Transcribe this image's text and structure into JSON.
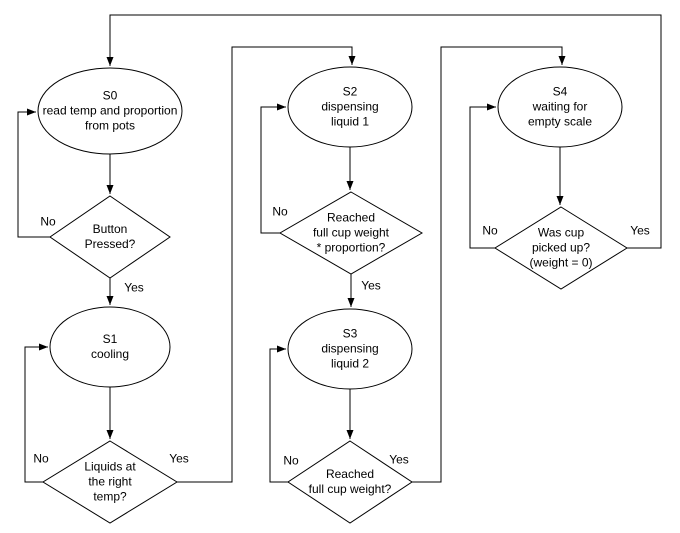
{
  "diagram": {
    "background": "#ffffff",
    "stroke_color": "#000000",
    "shape_fill": "#ffffff",
    "states": [
      {
        "id": "s0",
        "label": "S0\nread temp and proportion\nfrom pots"
      },
      {
        "id": "s1",
        "label": "S1\ncooling"
      },
      {
        "id": "s2",
        "label": "S2\ndispensing\nliquid 1"
      },
      {
        "id": "s3",
        "label": "S3\ndispensing\nliquid 2"
      },
      {
        "id": "s4",
        "label": "S4\nwaiting for\nempty scale"
      }
    ],
    "decisions": [
      {
        "id": "button_pressed",
        "label": "Button\nPressed?",
        "no_label": "No",
        "yes_label": "Yes"
      },
      {
        "id": "liquids_temp",
        "label": "Liquids at\nthe right\ntemp?",
        "no_label": "No",
        "yes_label": "Yes"
      },
      {
        "id": "weight_proportion",
        "label": "Reached\nfull cup weight\n* proportion?",
        "no_label": "No",
        "yes_label": "Yes"
      },
      {
        "id": "full_cup_weight",
        "label": "Reached\nfull cup weight?",
        "no_label": "No",
        "yes_label": "Yes"
      },
      {
        "id": "cup_picked_up",
        "label": "Was cup\npicked up?\n(weight = 0)",
        "no_label": "No",
        "yes_label": "Yes"
      }
    ]
  }
}
